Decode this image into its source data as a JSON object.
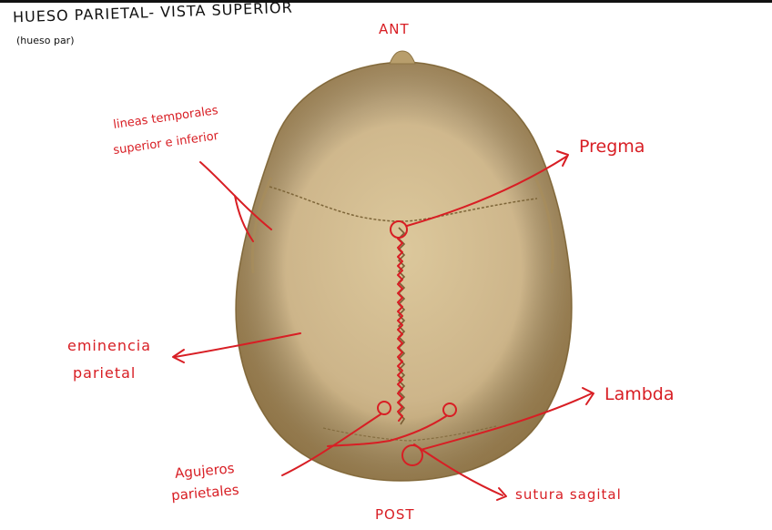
{
  "header": {
    "title": "HUESO PARIETAL- VISTA SUPERIOR",
    "subtitle": "(hueso par)"
  },
  "orientation": {
    "anterior": "ANT",
    "posterior": "POST"
  },
  "labels": {
    "lineas_line1": "lineas temporales",
    "lineas_line2": "superior e inferior",
    "pregma": "Pregma",
    "eminencia_line1": "eminencia",
    "eminencia_line2": "parietal",
    "lambda": "Lambda",
    "agujeros_line1": "Agujeros",
    "agujeros_line2": "parietales",
    "sutura": "sutura sagital"
  },
  "colors": {
    "annotation": "#d81e24",
    "bone": "#cdb58a",
    "bone_shadow": "#9e8452",
    "text": "#111111"
  }
}
